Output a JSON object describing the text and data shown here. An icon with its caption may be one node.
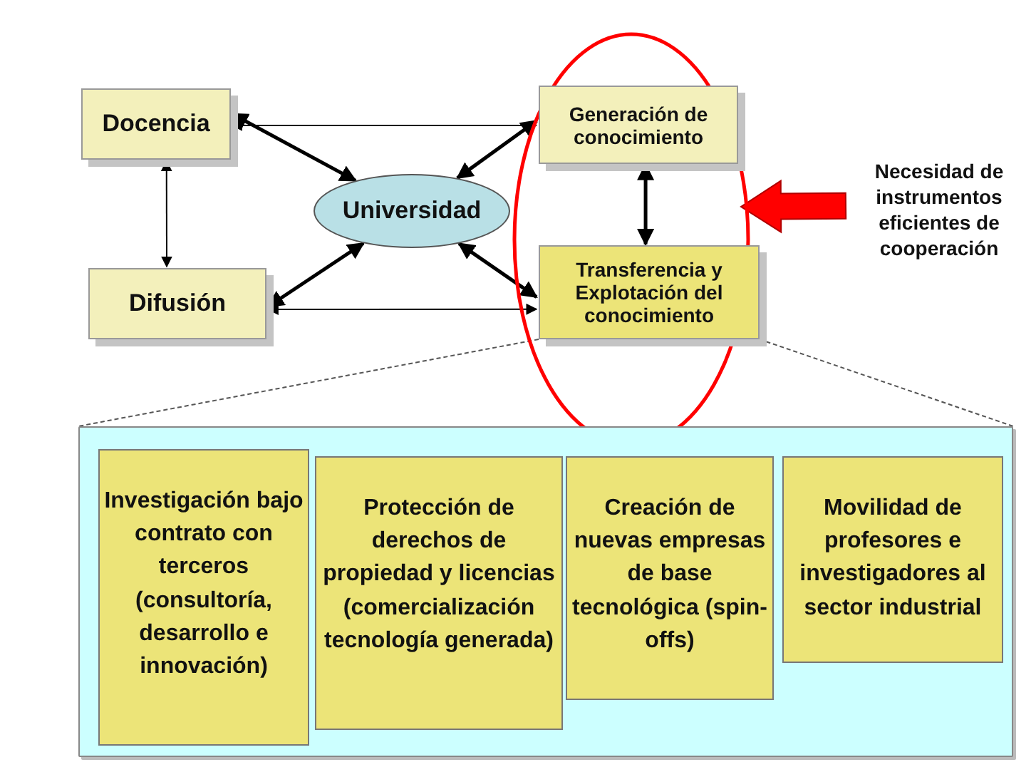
{
  "diagram": {
    "nodes": [
      {
        "text": [
          "Docencia"
        ]
      },
      {
        "text": [
          "Generación de conocimiento"
        ]
      },
      {
        "text": [
          "Universidad"
        ]
      },
      {
        "text": [
          "Difusión"
        ]
      },
      {
        "text": [
          "Transferencia y Explotación del conocimiento"
        ]
      },
      {
        "text": [
          "Necesidad de instrumentos eficientes de cooperación"
        ]
      },
      {
        "text": [],
        "shape": "box"
      },
      {
        "text": [
          "Investigación bajo contrato con terceros (consultoría, desarrollo e innovación)"
        ],
        "in": 6
      },
      {
        "text": [
          "Protección de derechos de propiedad y licencias (comercialización tecnología generada)"
        ],
        "in": 6
      },
      {
        "text": [
          "Creación de nuevas empresas de base tecnológica (spin-offs)"
        ],
        "in": 6
      },
      {
        "text": [
          "Movilidad de profesores e investigadores al sector industrial"
        ],
        "in": 6
      }
    ],
    "edges": [
      {
        "from": 0,
        "to": 2,
        "arrow": "both",
        "style": "thick"
      },
      {
        "from": 1,
        "to": 2,
        "arrow": "both",
        "style": "thick"
      },
      {
        "from": 3,
        "to": 2,
        "arrow": "both",
        "style": "thick"
      },
      {
        "from": 4,
        "to": 2,
        "arrow": "both",
        "style": "thick"
      },
      {
        "from": 1,
        "to": 4,
        "arrow": "both",
        "style": "thick"
      },
      {
        "from": 1,
        "to": 0,
        "arrow": "to"
      },
      {
        "from": 0,
        "to": 3,
        "arrow": "both"
      },
      {
        "from": 3,
        "to": 4,
        "arrow": "both"
      },
      {
        "from": 5,
        "to": null,
        "arrow": "to",
        "style": "thick",
        "color": "#ff0000"
      },
      {
        "from": 4,
        "to": 6,
        "arrow": "none",
        "style": "dashed"
      },
      {
        "from": 4,
        "to": 6,
        "arrow": "none",
        "style": "dashed"
      }
    ]
  }
}
